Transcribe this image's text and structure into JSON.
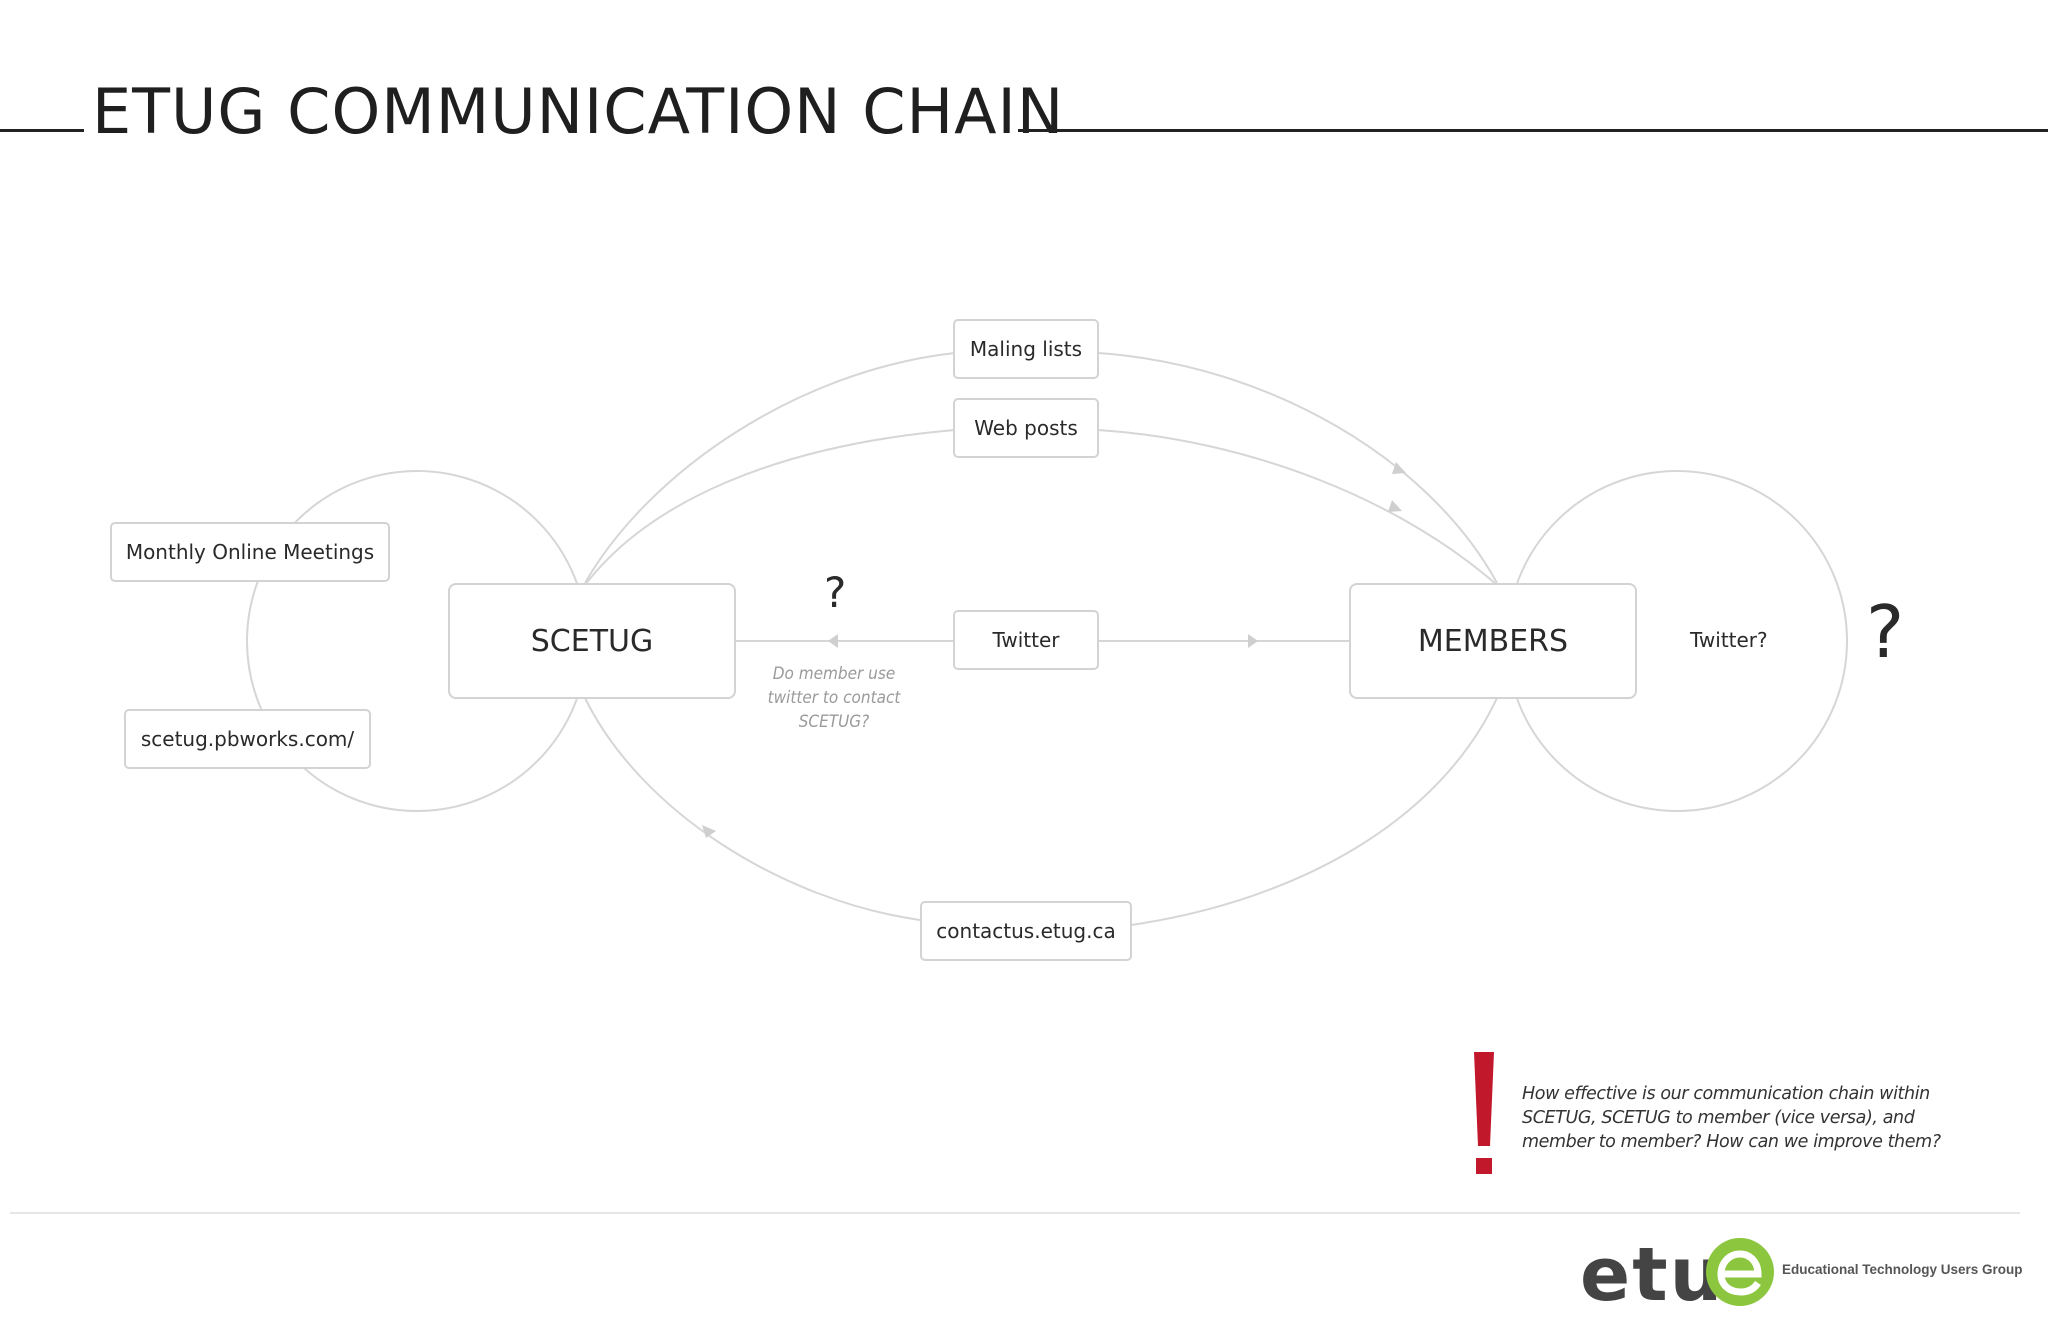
{
  "title": "ETUG COMMUNICATION CHAIN",
  "nodes": {
    "scetug": "SCETUG",
    "members": "MEMBERS",
    "mailing_lists": "Maling lists",
    "web_posts": "Web posts",
    "twitter": "Twitter",
    "contactus": "contactus.etug.ca",
    "monthly_meetings": "Monthly Online Meetings",
    "pbworks": "scetug.pbworks.com/",
    "twitter_q": "Twitter?"
  },
  "question_marks": {
    "middle": "?",
    "right": "?"
  },
  "twitter_note": [
    "Do member use",
    "twitter to contact",
    "SCETUG?"
  ],
  "bottom_question": "How effective is our communication chain within SCETUG, SCETUG to member (vice versa), and member to member? How can we improve them?",
  "logo": {
    "wordmark": "etu",
    "subtitle": "Educational Technology Users Group"
  },
  "colors": {
    "accent_red": "#c2182b",
    "logo_green": "#8cc63f",
    "line_gray": "#d6d6d6"
  }
}
